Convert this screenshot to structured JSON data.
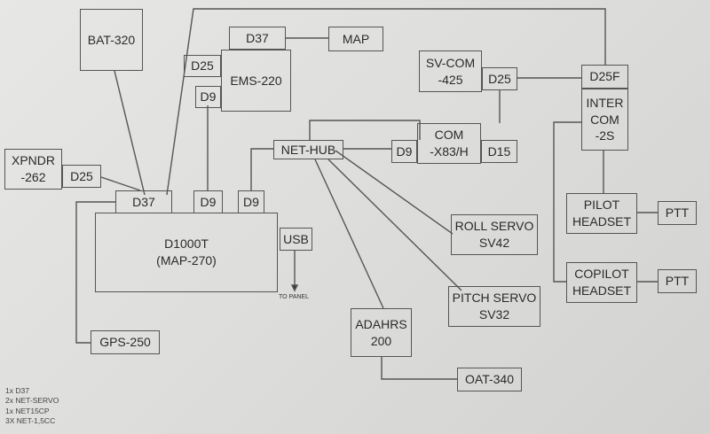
{
  "boxes": {
    "bat": "BAT-320",
    "d37_top": "D37",
    "map": "MAP",
    "d25_ems": "D25",
    "ems": "EMS-220",
    "d9_ems": "D9",
    "svcom": "SV-COM\n-425",
    "d25_svcom": "D25",
    "d25f": "D25F",
    "intercom": "INTER\nCOM\n-2S",
    "nethub": "NET-HUB",
    "d9_com": "D9",
    "com": "COM\n-X83/H",
    "d15": "D15",
    "xpndr": "XPNDR\n-262",
    "d25_xpndr": "D25",
    "d37_main": "D37",
    "d9_main1": "D9",
    "d9_main2": "D9",
    "d1000": "D1000T\n(MAP-270)",
    "usb": "USB",
    "roll": "ROLL SERVO\nSV42",
    "pitch": "PITCH SERVO\nSV32",
    "adahrs": "ADAHRS\n200",
    "oat": "OAT-340",
    "gps": "GPS-250",
    "pilot": "PILOT\nHEADSET",
    "copilot": "COPILOT\nHEADSET",
    "ptt1": "PTT",
    "ptt2": "PTT"
  },
  "to_panel": "TO PANEL",
  "notes": [
    "1x D37",
    "2x NET-SERVO",
    "1x NET15CP",
    "3X NET-1,5CC"
  ]
}
